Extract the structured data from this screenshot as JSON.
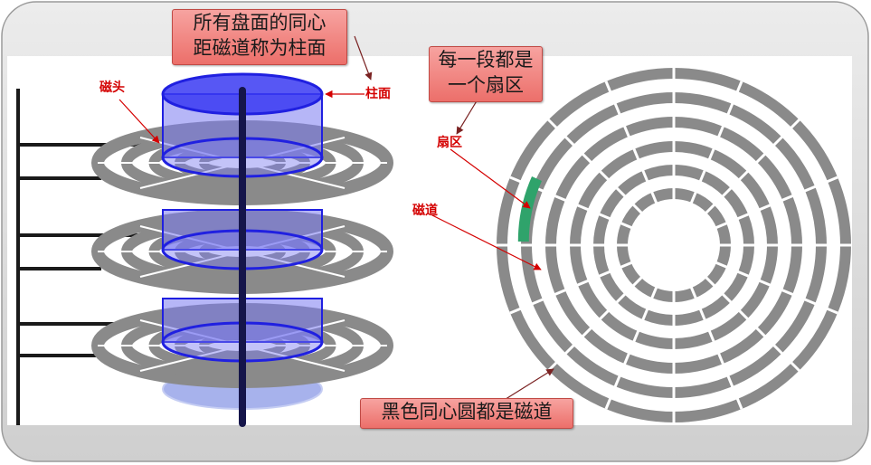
{
  "callouts": {
    "cylinder_line1": "所有盘面的同心",
    "cylinder_line2": "距磁道称为柱面",
    "sector_line1": "每一段都是",
    "sector_line2": "一个扇区",
    "track_note": "黑色同心圆都是磁道"
  },
  "labels": {
    "head": "磁头",
    "cylinder": "柱面",
    "sector": "扇区",
    "track": "磁道"
  },
  "colors": {
    "track_gray": "#8a8a8a",
    "cylinder_blue": "#2020e0",
    "cylinder_fill": "#7a7af0",
    "sector_green": "#2fa36b",
    "label_red": "#d40000",
    "arm_black": "#1a1a1a"
  }
}
